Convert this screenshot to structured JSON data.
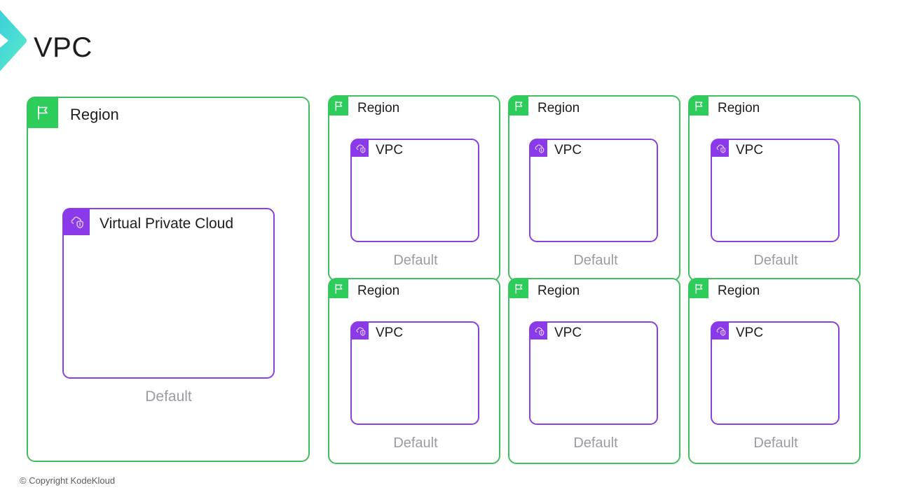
{
  "header": {
    "title": "VPC",
    "logo_icon": "chevron-logo-icon",
    "logo_gradient_from": "#3fd4e0",
    "logo_gradient_to": "#5ae8c8"
  },
  "theme": {
    "background": "#ffffff",
    "region_border": "#3fbf5f",
    "region_badge": "#2ecc5b",
    "vpc_border": "#8a3fe0",
    "vpc_badge": "#8a3ae8",
    "text": "#1d1d20",
    "muted_text": "#9b9ba1"
  },
  "icons": {
    "region": "flag-icon",
    "vpc": "cloud-lock-icon"
  },
  "featured_region": {
    "region_label": "Region",
    "vpc_label": "Virtual Private Cloud",
    "caption": "Default"
  },
  "regions": [
    {
      "region_label": "Region",
      "vpc_label": "VPC",
      "caption": "Default"
    },
    {
      "region_label": "Region",
      "vpc_label": "VPC",
      "caption": "Default"
    },
    {
      "region_label": "Region",
      "vpc_label": "VPC",
      "caption": "Default"
    },
    {
      "region_label": "Region",
      "vpc_label": "VPC",
      "caption": "Default"
    },
    {
      "region_label": "Region",
      "vpc_label": "VPC",
      "caption": "Default"
    },
    {
      "region_label": "Region",
      "vpc_label": "VPC",
      "caption": "Default"
    }
  ],
  "footer": {
    "copyright": "© Copyright KodeKloud"
  }
}
